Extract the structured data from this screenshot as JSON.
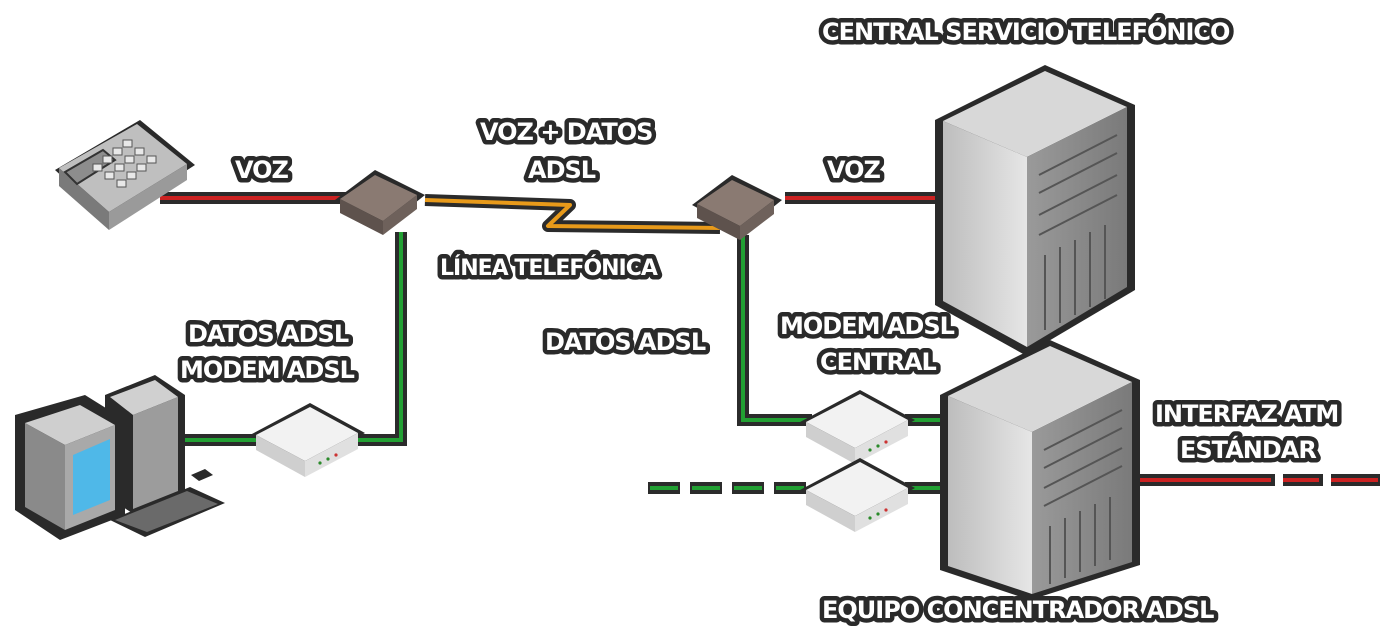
{
  "labels": {
    "central_telefonico": "CENTRAL SERVICIO TELEFÓNICO",
    "voz_left": "VOZ",
    "voz_datos_line1": "VOZ + DATOS",
    "voz_datos_line2": "ADSL",
    "voz_right": "VOZ",
    "linea_telefonica": "LÍNEA TELEFÓNICA",
    "datos_adsl_left": "DATOS ADSL",
    "modem_adsl_left": "MODEM ADSL",
    "datos_adsl_right": "DATOS ADSL",
    "modem_central_line1": "MODEM ADSL",
    "modem_central_line2": "CENTRAL",
    "interfaz_line1": "INTERFAZ ATM",
    "interfaz_line2": "ESTÁNDAR",
    "concentrador": "EQUIPO CONCENTRADOR ADSL"
  },
  "colors": {
    "voice_line": "#cc2222",
    "data_line": "#22a033",
    "combined_line": "#e89a1a",
    "cable_outline": "#2b2b2b",
    "equipment": "#d9d9d9"
  },
  "icons": [
    "telephone-icon",
    "splitter-icon",
    "computer-icon",
    "modem-icon",
    "server-icon"
  ]
}
